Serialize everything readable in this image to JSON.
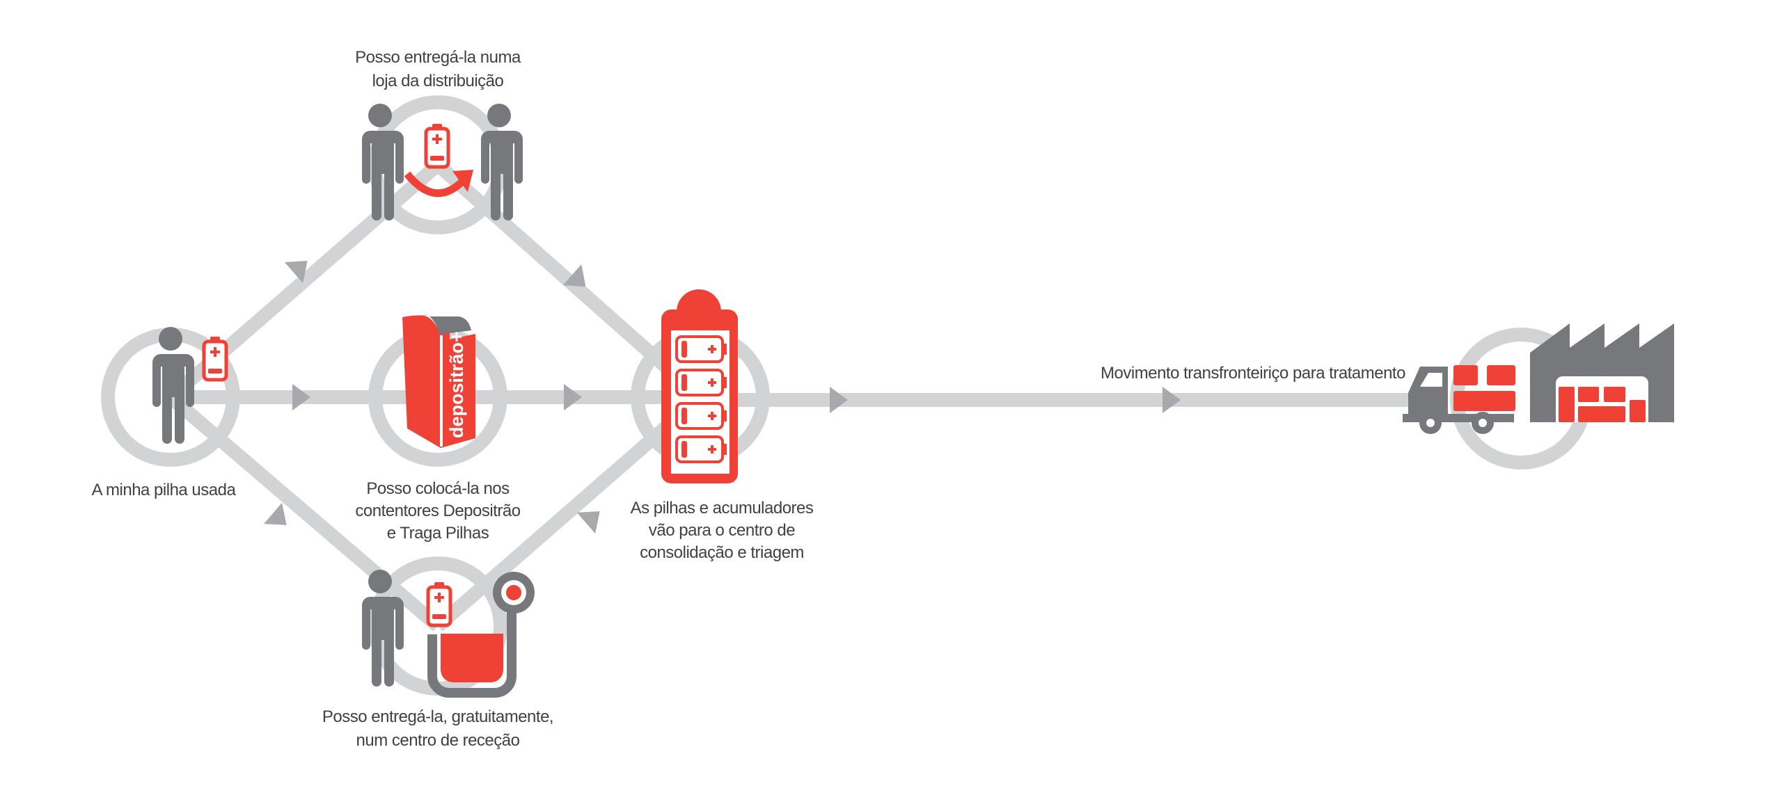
{
  "labels": {
    "start": "A minha pilha usada",
    "store": [
      "Posso entregá-la numa",
      "loja da distribuição"
    ],
    "containers": [
      "Posso colocá-la nos",
      "contentores Depositrão",
      "e Traga Pilhas"
    ],
    "reception": [
      "Posso entregá-la, gratuitamente,",
      "num centro de receção"
    ],
    "consolidation": [
      "As pilhas e acumuladores",
      "vão para o centro de",
      "consolidação e triagem"
    ],
    "transport": "Movimento transfronteiriço para tratamento"
  },
  "bin_logo": "depositrão+",
  "colors": {
    "accent": "#ef4136",
    "icon": "#77787b",
    "track": "#d1d3d4",
    "arrow": "#a7a9ac",
    "text": "#414042"
  }
}
